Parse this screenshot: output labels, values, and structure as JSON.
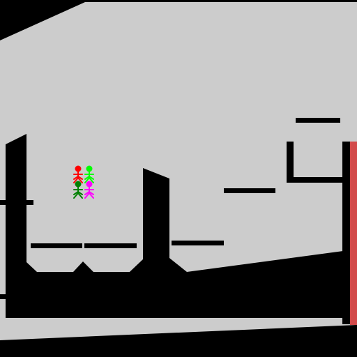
{
  "game": {
    "colors": {
      "sky": "#cccccc",
      "solid": "#000000",
      "goal": "#d24a4a"
    },
    "goal": {
      "name": "exit-door"
    },
    "players": [
      {
        "name": "player-red",
        "color": "#ff0000"
      },
      {
        "name": "player-lime",
        "color": "#00ff00"
      },
      {
        "name": "player-darkgreen",
        "color": "#008000"
      },
      {
        "name": "player-magenta",
        "color": "#ff00ff"
      }
    ]
  }
}
